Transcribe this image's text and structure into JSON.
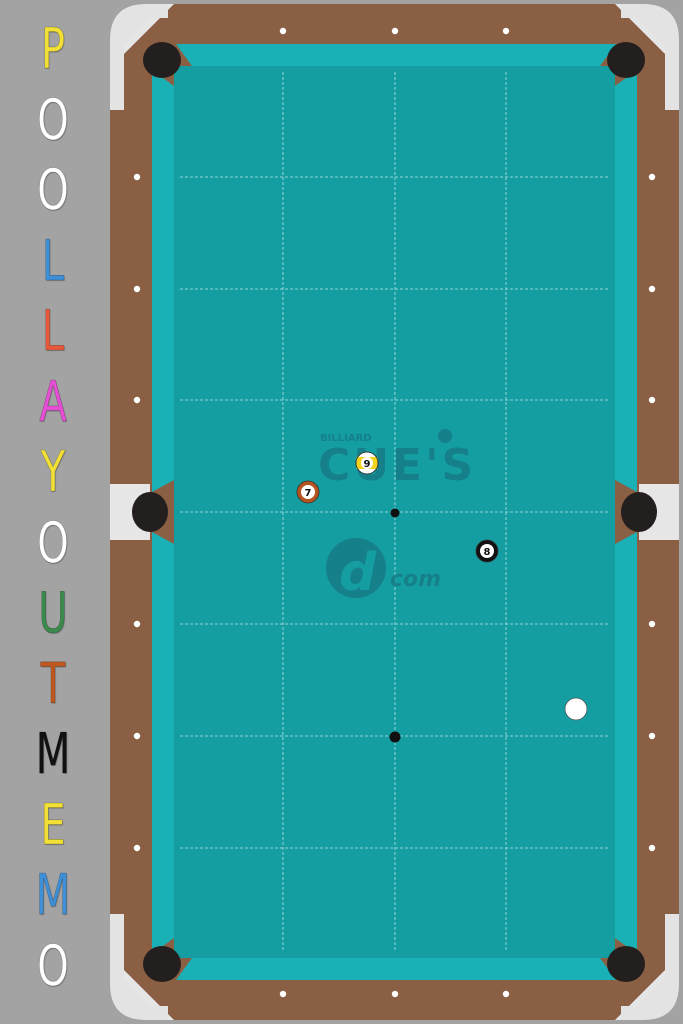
{
  "title_letters": [
    {
      "char": "P",
      "color": "#f3e036"
    },
    {
      "char": "O",
      "color": "#ffffff"
    },
    {
      "char": "O",
      "color": "#ffffff"
    },
    {
      "char": "L",
      "color": "#3d8fd8"
    },
    {
      "char": "L",
      "color": "#e8593c"
    },
    {
      "char": "A",
      "color": "#e44fd4"
    },
    {
      "char": "Y",
      "color": "#f3e036"
    },
    {
      "char": "O",
      "color": "#ffffff"
    },
    {
      "char": "U",
      "color": "#3a8a4c"
    },
    {
      "char": "T",
      "color": "#c0571e"
    },
    {
      "char": "M",
      "color": "#111111"
    },
    {
      "char": "E",
      "color": "#f3e036"
    },
    {
      "char": "M",
      "color": "#3d8fd8"
    },
    {
      "char": "O",
      "color": "#ffffff"
    }
  ],
  "logo": {
    "top_small": "BILLIARD",
    "main": "CUE'S",
    "bottom": "com"
  },
  "balls": [
    {
      "id": "ball-9",
      "label": "9",
      "kind": "stripe",
      "stripe_color": "#f2d21a"
    },
    {
      "id": "ball-7",
      "label": "7",
      "kind": "solid",
      "fill": "#b5541e"
    },
    {
      "id": "ball-8",
      "label": "8",
      "kind": "solid",
      "fill": "#111111"
    },
    {
      "id": "cue-ball",
      "label": "",
      "kind": "cue",
      "fill": "#ffffff"
    }
  ],
  "colors": {
    "felt": "#159ea2",
    "cushion": "#1ab1b6",
    "rail": "#8a5f43",
    "corner": "#e6e6e6",
    "pocket": "#231f1e",
    "sidebar": "#a3a3a3"
  }
}
